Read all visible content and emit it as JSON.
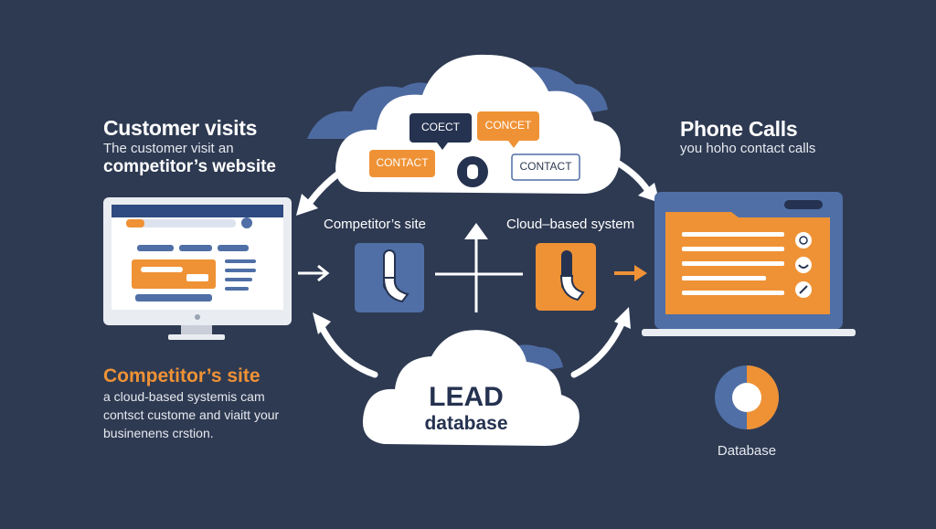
{
  "left_top": {
    "title": "Customer visits",
    "subtitle": "The customer visit an",
    "subtitle_bold": "competitor’s website"
  },
  "right_top": {
    "title": "Phone Calls",
    "subtitle": "you hoho contact calls"
  },
  "left_bottom": {
    "title": "Competitor’s site",
    "lines": [
      "a cloud-based systemis cam",
      "contsct custome and viaitt your",
      "businenens crstion."
    ]
  },
  "middle": {
    "left_label": "Competitor’s site",
    "right_label": "Cloud–based system"
  },
  "cloud_top": {
    "chips": [
      "COECT",
      "CONCET",
      "CONTACT",
      "CONTACT"
    ]
  },
  "cloud_bottom": {
    "title": "LEAD",
    "subtitle": "database"
  },
  "database": {
    "label": "Database"
  },
  "colors": {
    "background": "#2e3a52",
    "orange": "#ef9235",
    "blue": "#4f6fa6",
    "navy": "#243250",
    "white": "#ffffff"
  }
}
